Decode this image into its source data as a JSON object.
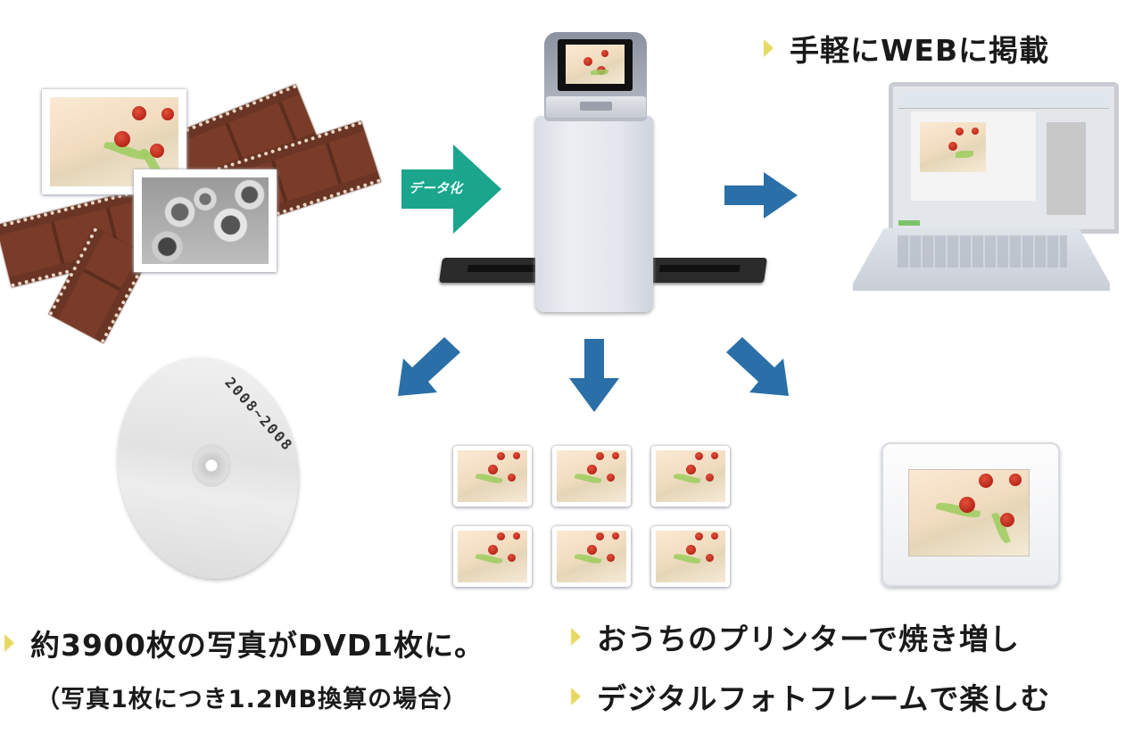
{
  "diagram": {
    "title": "Film scanner digitization flow",
    "input": {
      "label": "Photos and negative film",
      "items": [
        "color-photo-flowers",
        "bw-photo-flowers",
        "negative-film-strips"
      ]
    },
    "process_arrow": {
      "label": "データ化",
      "color": "#1aa58c"
    },
    "device": {
      "label": "Film scanner with LCD screen"
    },
    "output_arrow_color": "#2a6fa8",
    "bullet_color": "#e8d860",
    "outputs": [
      {
        "id": "web",
        "caption": "手軽にWEBに掲載",
        "device": "laptop"
      },
      {
        "id": "dvd",
        "caption": "約3900枚の写真がDVD1枚に。",
        "note": "（写真1枚につき1.2MB換算の場合）",
        "disc_label": "2008~2008"
      },
      {
        "id": "print",
        "caption": "おうちのプリンターで焼き増し",
        "print_count": 6
      },
      {
        "id": "frame",
        "caption": "デジタルフォトフレームで楽しむ",
        "device": "digital-photo-frame"
      }
    ]
  }
}
